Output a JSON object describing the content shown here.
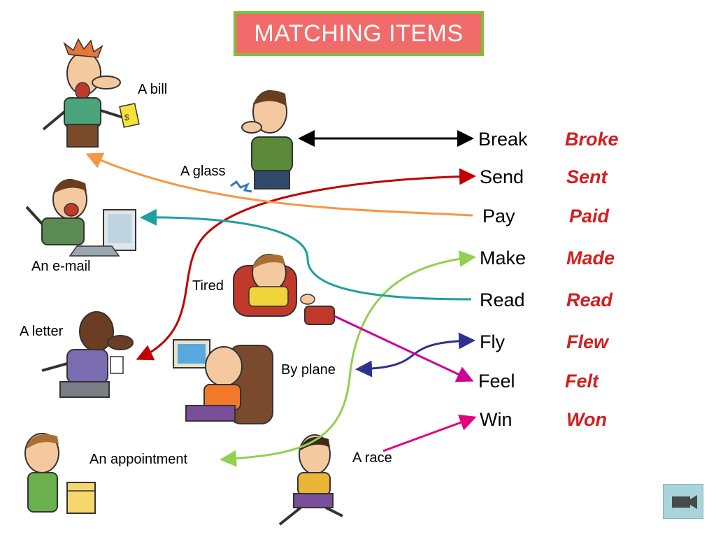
{
  "title": "MATCHING ITEMS",
  "colors": {
    "title_bg": "#f26b6b",
    "title_border": "#7bbf3a",
    "past_tense": "#d41e1e",
    "arrow_break": "#000000",
    "arrow_send": "#c00000",
    "arrow_pay": "#f79646",
    "arrow_make": "#92d050",
    "arrow_read": "#1f9f9f",
    "arrow_fly": "#2e3192",
    "arrow_feel": "#cc0099",
    "arrow_win": "#e6007e"
  },
  "picture_labels": {
    "bill": "A bill",
    "glass": "A glass",
    "email": "An e-mail",
    "tired": "Tired",
    "letter": "A letter",
    "plane": "By plane",
    "appointment": "An appointment",
    "race": "A race"
  },
  "verbs": [
    {
      "base": "Break",
      "past": "Broke"
    },
    {
      "base": "Send",
      "past": "Sent"
    },
    {
      "base": "Pay",
      "past": "Paid"
    },
    {
      "base": "Make",
      "past": "Made"
    },
    {
      "base": "Read",
      "past": "Read"
    },
    {
      "base": "Fly",
      "past": "Flew"
    },
    {
      "base": "Feel",
      "past": "Felt"
    },
    {
      "base": "Win",
      "past": "Won"
    }
  ],
  "nav": {
    "icon": "video-camera-icon"
  }
}
